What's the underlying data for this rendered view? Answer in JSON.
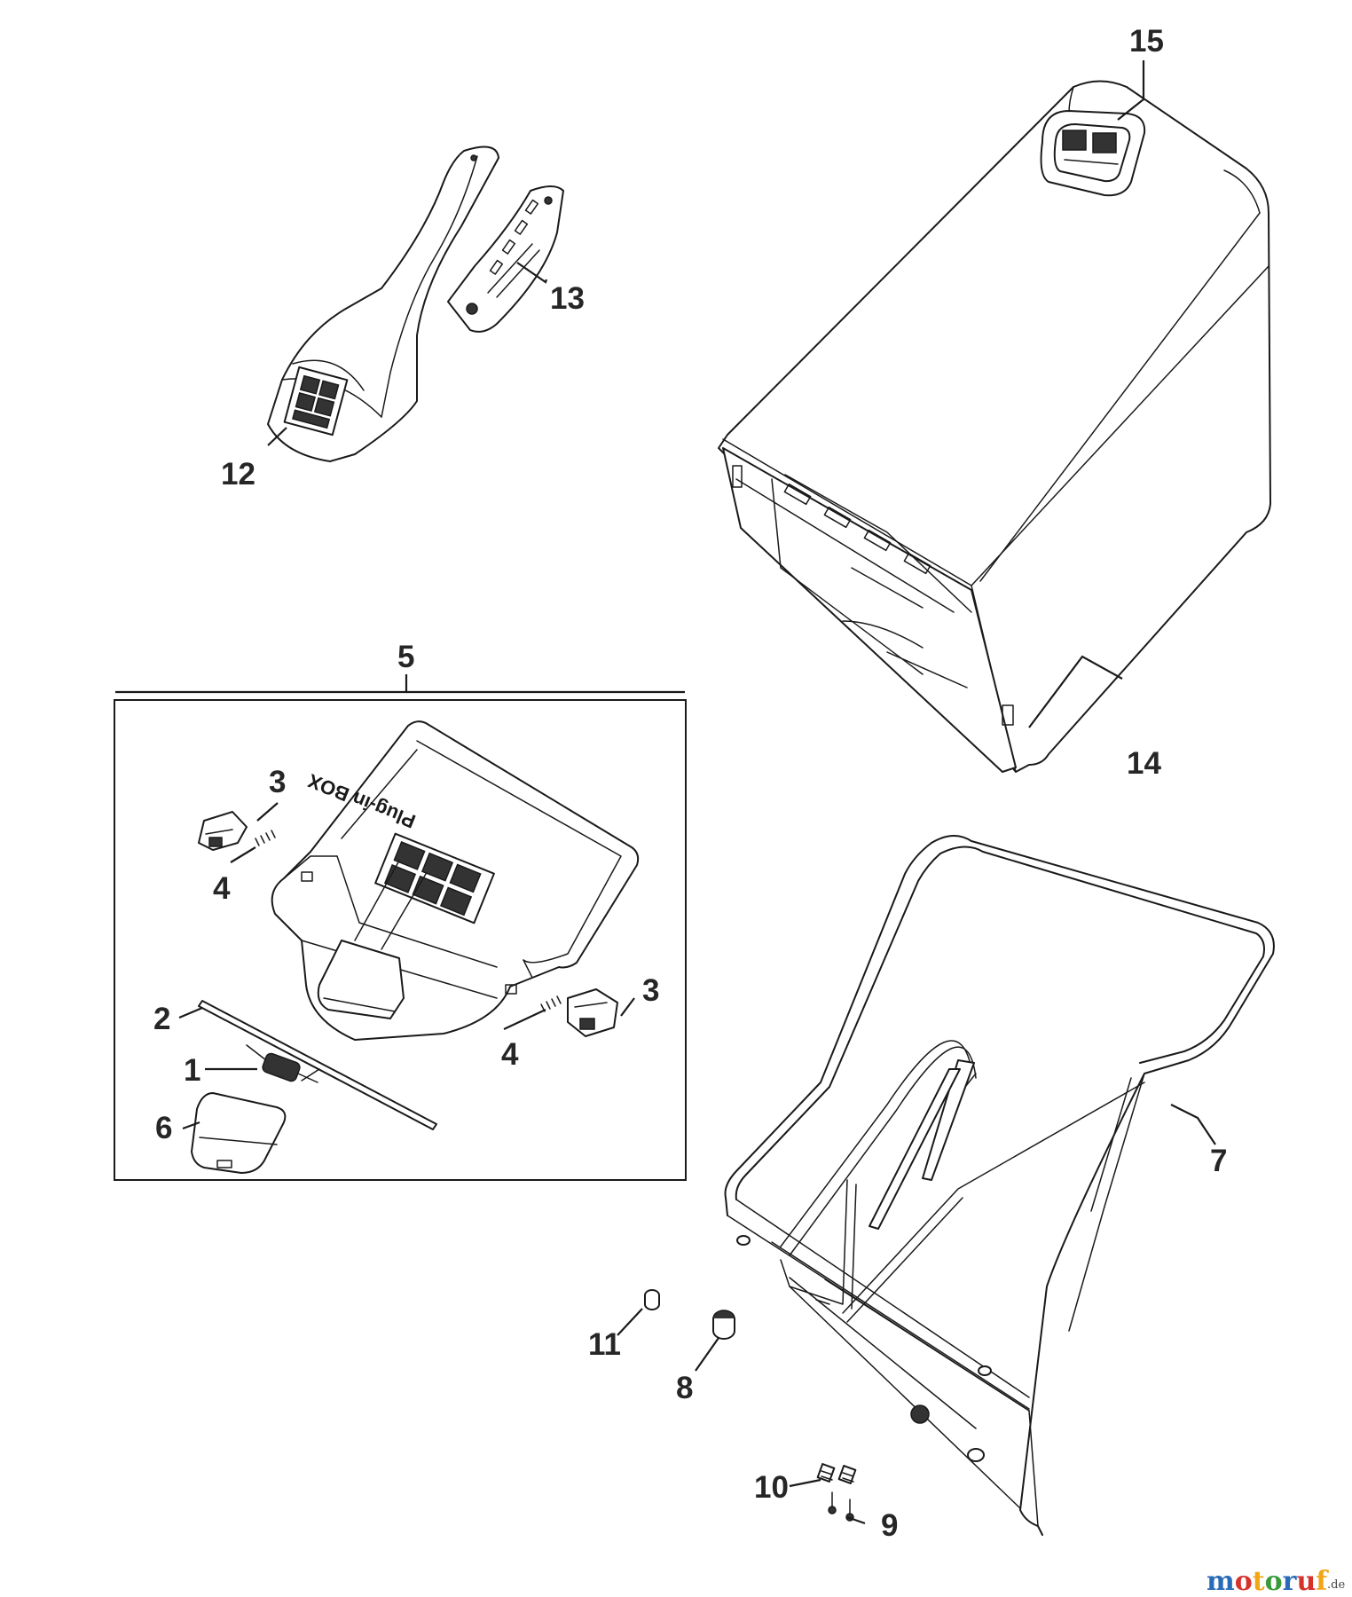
{
  "callouts": {
    "c1": "1",
    "c2": "2",
    "c3a": "3",
    "c3b": "3",
    "c4a": "4",
    "c4b": "4",
    "c5": "5",
    "c6": "6",
    "c7": "7",
    "c8": "8",
    "c9": "9",
    "c10": "10",
    "c11": "11",
    "c12": "12",
    "c13": "13",
    "c14": "14",
    "c15": "15"
  },
  "decal": {
    "plug_in_box": "Plug-in BOX"
  },
  "watermark": {
    "letters": [
      "m",
      "o",
      "t",
      "o",
      "r",
      "u",
      "f"
    ],
    "colors": [
      "#2a6bb8",
      "#d6312b",
      "#f2a516",
      "#3a9a3a",
      "#2a6bb8",
      "#d6312b",
      "#f2a516"
    ],
    "suffix": ".de"
  }
}
